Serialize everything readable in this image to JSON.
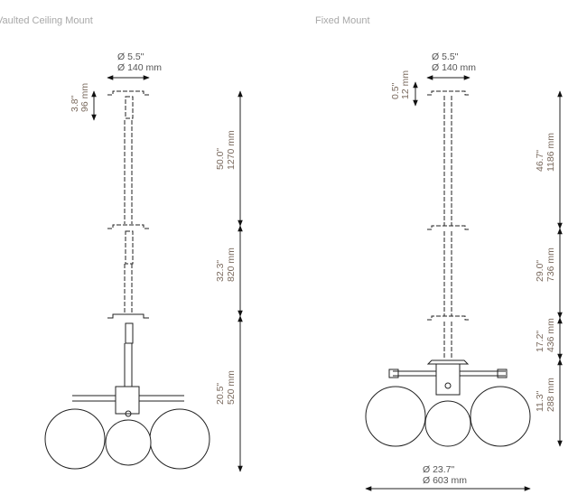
{
  "views": [
    {
      "title": "Vaulted Ceiling Mount",
      "canopy_diameter": [
        "Ø 5.5\"",
        "Ø 140 mm"
      ],
      "canopy_height": [
        "3.8\"",
        "96 mm"
      ],
      "dimensions": [
        [
          "50.0\"",
          "1270 mm"
        ],
        [
          "32.3\"",
          "820 mm"
        ],
        [
          "20.5\"",
          "520 mm"
        ]
      ]
    },
    {
      "title": "Fixed Mount",
      "canopy_diameter": [
        "Ø 5.5\"",
        "Ø 140 mm"
      ],
      "canopy_height": [
        "0.5\"",
        "12 mm"
      ],
      "dimensions": [
        [
          "46.7\"",
          "1186 mm"
        ],
        [
          "29.0\"",
          "736 mm"
        ],
        [
          "17.2\"",
          "436 mm"
        ],
        [
          "11.3\"",
          "288 mm"
        ]
      ],
      "overall_diameter": [
        "Ø 23.7\"",
        "Ø 603 mm"
      ]
    }
  ]
}
